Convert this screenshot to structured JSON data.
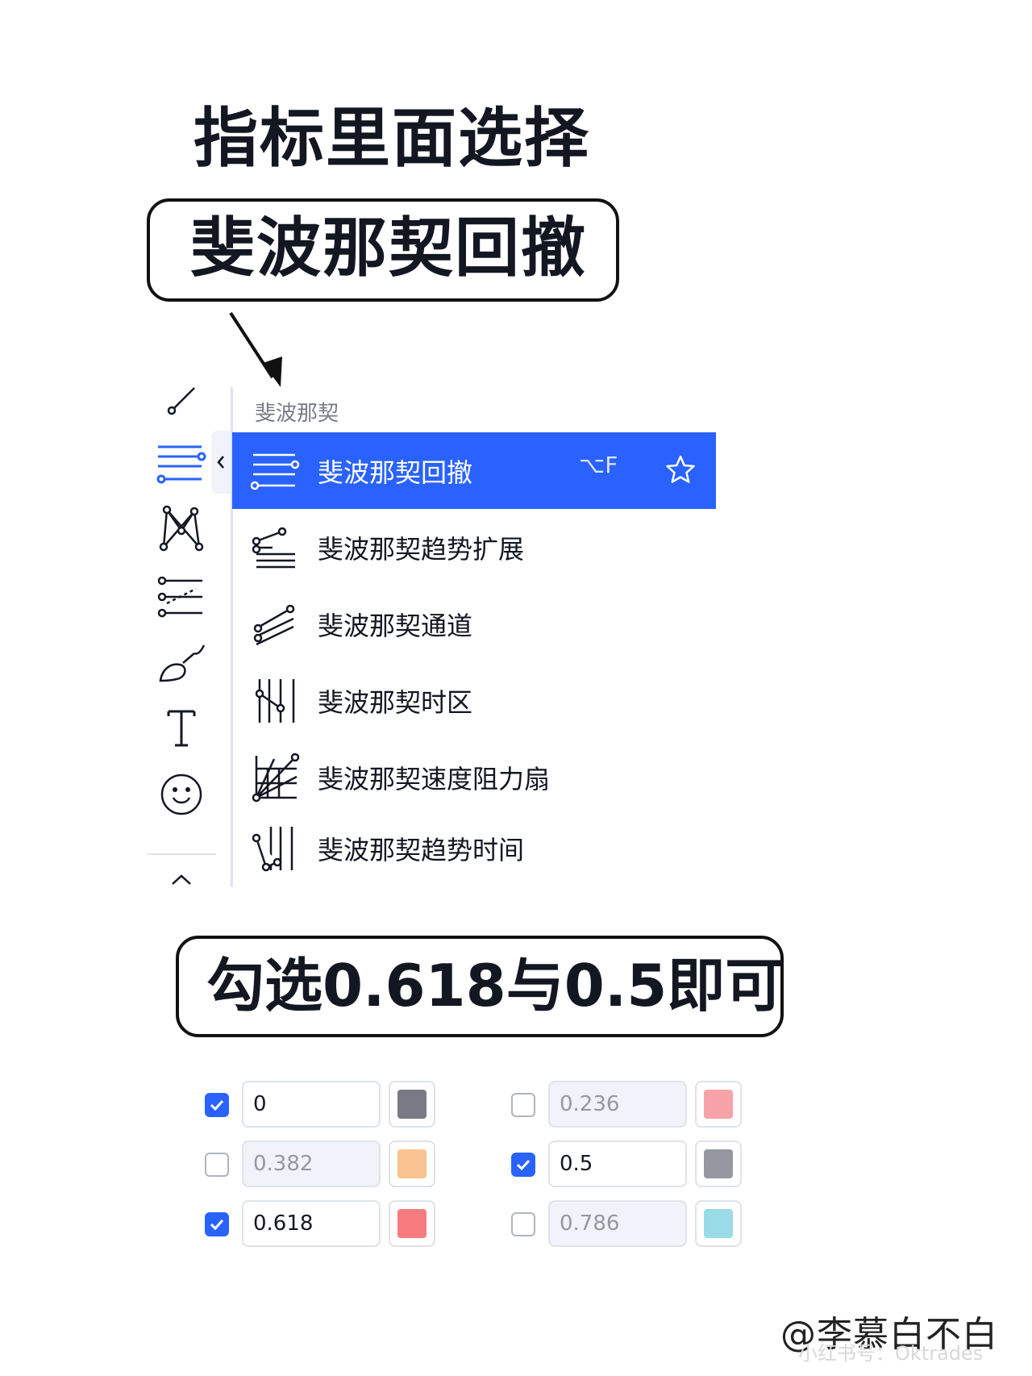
{
  "heading": "指标里面选择",
  "callout_top": "斐波那契回撤",
  "callout_bottom": "勾选0.618与0.5即可",
  "toolbar": {
    "icons": [
      "trend-line-icon",
      "fib-retracement-icon",
      "pattern-icon",
      "prediction-icon",
      "brush-icon",
      "text-icon",
      "emoji-icon",
      "chevron-up-icon"
    ],
    "active_color": "#2962ff"
  },
  "menu": {
    "group_title": "斐波那契",
    "items": [
      {
        "label": "斐波那契回撤",
        "shortcut": "⌥F",
        "icon": "fib-retracement-icon",
        "selected": true
      },
      {
        "label": "斐波那契趋势扩展",
        "icon": "fib-trend-extension-icon",
        "selected": false
      },
      {
        "label": "斐波那契通道",
        "icon": "fib-channel-icon",
        "selected": false
      },
      {
        "label": "斐波那契时区",
        "icon": "fib-time-zone-icon",
        "selected": false
      },
      {
        "label": "斐波那契速度阻力扇",
        "icon": "fib-speed-fan-icon",
        "selected": false
      },
      {
        "label": "斐波那契趋势时间",
        "icon": "fib-trend-time-icon",
        "selected": false
      }
    ],
    "selected_bg": "#2962ff"
  },
  "levels": [
    {
      "value": "0",
      "checked": true,
      "color": "#787b86"
    },
    {
      "value": "0.236",
      "checked": false,
      "color": "#f7a1a8"
    },
    {
      "value": "0.382",
      "checked": false,
      "color": "#f9c48f"
    },
    {
      "value": "0.5",
      "checked": true,
      "color": "#9598a1"
    },
    {
      "value": "0.618",
      "checked": true,
      "color": "#f77c80"
    },
    {
      "value": "0.786",
      "checked": false,
      "color": "#99dbe6"
    }
  ],
  "watermark": "@李慕白不白",
  "watermark_sub": "小红书号：Oktrades"
}
